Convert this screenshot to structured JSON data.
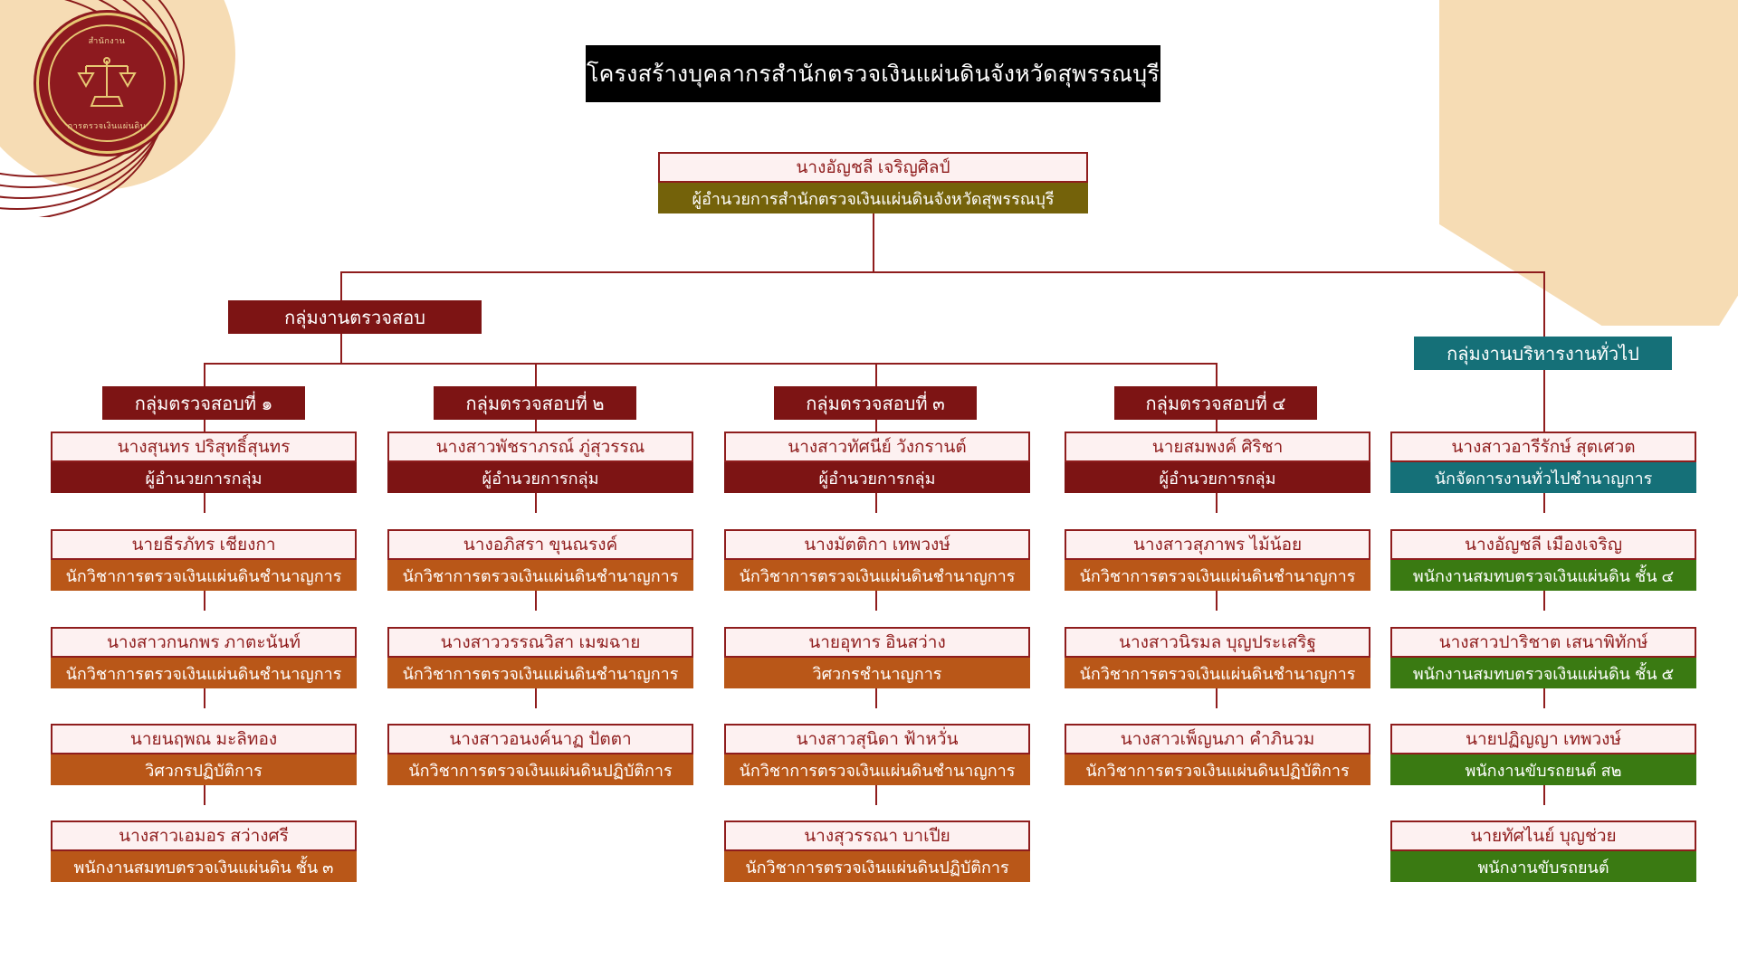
{
  "page": {
    "title": "โครงสร้างบุคลากรสำนักตรวจเงินแผ่นดินจังหวัดสุพรรณบุรี",
    "seal": {
      "top_text": "สำนักงาน",
      "bottom_text": "การตรวจเงินแผ่นดิน"
    }
  },
  "colors": {
    "dark_red": "#7d1414",
    "name_border": "#8f1d1d",
    "name_fill": "#fdf1f1",
    "olive": "#74620a",
    "orange": "#b95718",
    "teal": "#157078",
    "green": "#3a7a12",
    "title_bg": "#000000",
    "deco_peach": "#f6dcb4"
  },
  "director": {
    "name": "นางอัญชลี เจริญศิลป์",
    "role": "ผู้อำนวยการสำนักตรวจเงินแผ่นดินจังหวัดสุพรรณบุรี"
  },
  "divisions": {
    "audit_label": "กลุ่มงานตรวจสอบ",
    "admin_label": "กลุ่มงานบริหารงานทั่วไป"
  },
  "columns": [
    {
      "header": "กลุ่มตรวจสอบที่ ๑",
      "header_color": "dark_red",
      "members": [
        {
          "name": "นางสุนทร ปริสุทธิ์สุนทร",
          "role": "ผู้อำนวยการกลุ่ม",
          "role_color": "darkred"
        },
        {
          "name": "นายธีรภัทร เชียงกา",
          "role": "นักวิชาการตรวจเงินแผ่นดินชำนาญการ",
          "role_color": "orange"
        },
        {
          "name": "นางสาวกนกพร ภาตะนันท์",
          "role": "นักวิชาการตรวจเงินแผ่นดินชำนาญการ",
          "role_color": "orange"
        },
        {
          "name": "นายนฤพณ มะลิทอง",
          "role": "วิศวกรปฏิบัติการ",
          "role_color": "orange"
        },
        {
          "name": "นางสาวเอมอร สว่างศรี",
          "role": "พนักงานสมทบตรวจเงินแผ่นดิน ชั้น ๓",
          "role_color": "orange"
        }
      ]
    },
    {
      "header": "กลุ่มตรวจสอบที่ ๒",
      "header_color": "dark_red",
      "members": [
        {
          "name": "นางสาวพัชราภรณ์ ภู่สุวรรณ",
          "role": "ผู้อำนวยการกลุ่ม",
          "role_color": "darkred"
        },
        {
          "name": "นางอภิสรา ขุนณรงค์",
          "role": "นักวิชาการตรวจเงินแผ่นดินชำนาญการ",
          "role_color": "orange"
        },
        {
          "name": "นางสาววรรณวิสา เมฆฉาย",
          "role": "นักวิชาการตรวจเงินแผ่นดินชำนาญการ",
          "role_color": "orange"
        },
        {
          "name": "นางสาวอนงค์นาฏ ปัตตา",
          "role": "นักวิชาการตรวจเงินแผ่นดินปฏิบัติการ",
          "role_color": "orange"
        }
      ]
    },
    {
      "header": "กลุ่มตรวจสอบที่ ๓",
      "header_color": "dark_red",
      "members": [
        {
          "name": "นางสาวทัศนีย์ วังกรานต์",
          "role": "ผู้อำนวยการกลุ่ม",
          "role_color": "darkred"
        },
        {
          "name": "นางมัตติกา เทพวงษ์",
          "role": "นักวิชาการตรวจเงินแผ่นดินชำนาญการ",
          "role_color": "orange"
        },
        {
          "name": "นายอุทาร อินสว่าง",
          "role": "วิศวกรชำนาญการ",
          "role_color": "orange"
        },
        {
          "name": "นางสาวสุนิดา ฟ้าหวั่น",
          "role": "นักวิชาการตรวจเงินแผ่นดินชำนาญการ",
          "role_color": "orange"
        },
        {
          "name": "นางสุวรรณา บาเปีย",
          "role": "นักวิชาการตรวจเงินแผ่นดินปฏิบัติการ",
          "role_color": "orange"
        }
      ]
    },
    {
      "header": "กลุ่มตรวจสอบที่ ๔",
      "header_color": "dark_red",
      "members": [
        {
          "name": "นายสมพงค์ ศิริชา",
          "role": "ผู้อำนวยการกลุ่ม",
          "role_color": "darkred"
        },
        {
          "name": "นางสาวสุภาพร ไม้น้อย",
          "role": "นักวิชาการตรวจเงินแผ่นดินชำนาญการ",
          "role_color": "orange"
        },
        {
          "name": "นางสาวนิรมล บุญประเสริฐ",
          "role": "นักวิชาการตรวจเงินแผ่นดินชำนาญการ",
          "role_color": "orange"
        },
        {
          "name": "นางสาวเพ็ญนภา คำภินวม",
          "role": "นักวิชาการตรวจเงินแผ่นดินปฏิบัติการ",
          "role_color": "orange"
        }
      ]
    },
    {
      "header": "กลุ่มงานบริหารงานทั่วไป",
      "header_color": "teal",
      "members": [
        {
          "name": "นางสาวอารีรักษ์ สุตเศวต",
          "role": "นักจัดการงานทั่วไปชำนาญการ",
          "role_color": "teal"
        },
        {
          "name": "นางอัญชลี เมืองเจริญ",
          "role": "พนักงานสมทบตรวจเงินแผ่นดิน ชั้น ๔",
          "role_color": "green"
        },
        {
          "name": "นางสาวปาริชาต เสนาพิทักษ์",
          "role": "พนักงานสมทบตรวจเงินแผ่นดิน ชั้น ๕",
          "role_color": "green"
        },
        {
          "name": "นายปฏิญญา เทพวงษ์",
          "role": "พนักงานขับรถยนต์ ส๒",
          "role_color": "green"
        },
        {
          "name": "นายทัศไนย์ บุญช่วย",
          "role": "พนักงานขับรถยนต์",
          "role_color": "green"
        }
      ]
    }
  ]
}
